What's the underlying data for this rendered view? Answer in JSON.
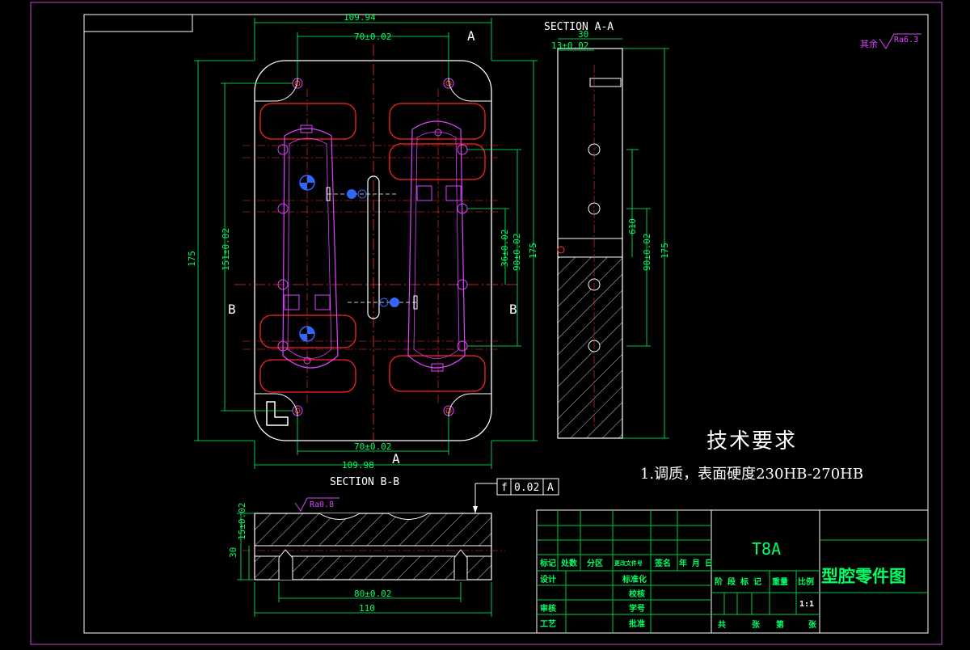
{
  "section_labels": {
    "section_aa": "SECTION A-A",
    "section_bb": "SECTION B-B",
    "mark_a": "A",
    "mark_b": "B"
  },
  "dimensions": {
    "top_width": "109.94",
    "top_center": "70±0.02",
    "bottom_center": "70±0.02",
    "bottom_width": "109.98",
    "left_height": "175",
    "left_inner": "151±0.02",
    "right_36": "36±0.02",
    "right_90": "90±0.02",
    "right_175": "175",
    "aa_top": "30",
    "aa_13": "13±0.02",
    "aa_610": "610",
    "aa_90": "90±0.02",
    "aa_175": "175",
    "bb_30": "30",
    "bb_15": "15±0.02",
    "bb_80": "80±0.02",
    "bb_110": "110"
  },
  "surface_finish": {
    "other_label": "其余",
    "other_value": "Ra6.3",
    "bb_value": "Ra0.8"
  },
  "tolerance_frame": {
    "symbol": "f",
    "value": "0.02",
    "datum": "A"
  },
  "tech_requirements": {
    "title": "技术要求",
    "item1": "1.调质，表面硬度230HB-270HB"
  },
  "title_block": {
    "material": "T8A",
    "drawing_name": "型腔零件图",
    "cells": {
      "biaoji": "标记",
      "chushu": "处数",
      "fenqu": "分区",
      "gengai": "更改文件号",
      "qianming": "签名",
      "nianyueri": "年 月 日",
      "sheji": "设计",
      "biaozhunhua": "标准化",
      "jieduan": "阶 段 标 记",
      "zhongliang": "重量",
      "bili": "比例",
      "shenhe": "审核",
      "gongyi": "工艺",
      "pizhun": "批准",
      "jiaoji": "校核",
      "xuehao": "学号",
      "scale_value": "1:1",
      "gong": "共",
      "zhang1": "张",
      "di": "第",
      "zhang2": "张"
    }
  },
  "colors": {
    "frame": "#cc44cc",
    "outline": "#ffffff",
    "dimension": "#00ff66",
    "cavity": "#ff2222",
    "insert": "#dd44ff",
    "center": "#ff3333",
    "hatch": "#ffffff",
    "cooling": "#3366ff"
  }
}
